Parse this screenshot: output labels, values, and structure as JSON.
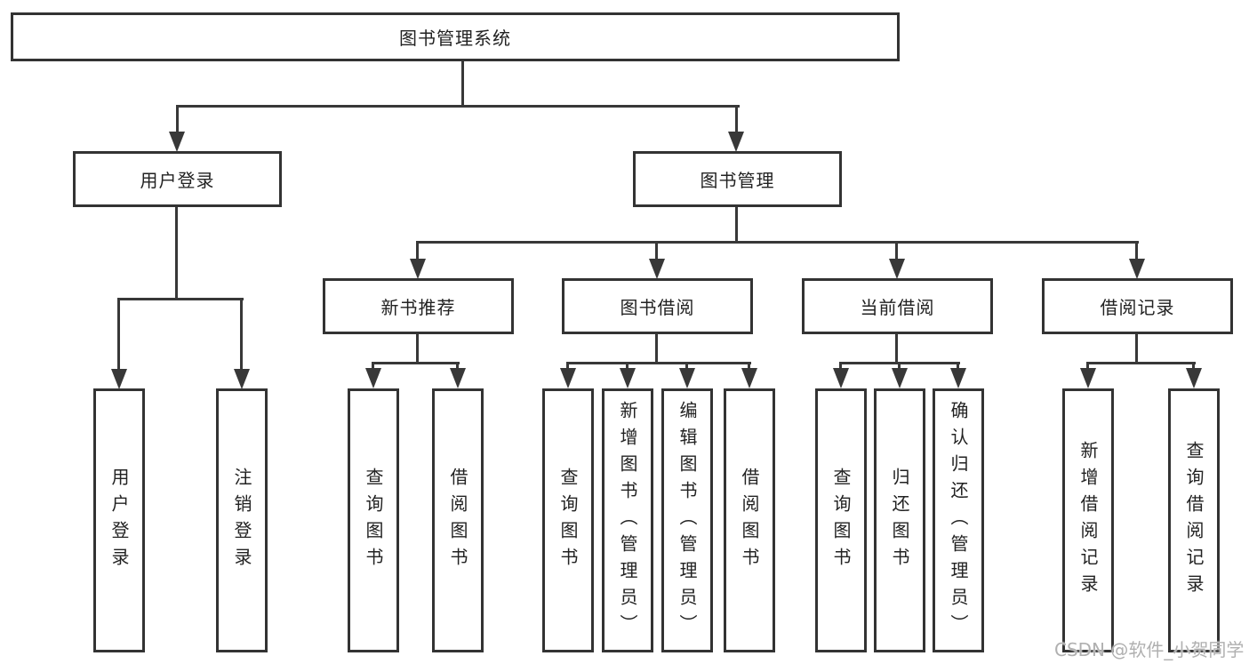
{
  "diagram": {
    "root": "图书管理系统",
    "branches": [
      {
        "label": "用户登录",
        "leaves": [
          "用户登录",
          "注销登录"
        ]
      },
      {
        "label": "图书管理",
        "groups": [
          {
            "label": "新书推荐",
            "leaves": [
              "查询图书",
              "借阅图书"
            ]
          },
          {
            "label": "图书借阅",
            "leaves": [
              "查询图书",
              "新增图书（管理员）",
              "编辑图书（管理员）",
              "借阅图书"
            ]
          },
          {
            "label": "当前借阅",
            "leaves": [
              "查询图书",
              "归还图书",
              "确认归还（管理员）"
            ]
          },
          {
            "label": "借阅记录",
            "leaves": [
              "新增借阅记录",
              "查询借阅记录"
            ]
          }
        ]
      }
    ]
  },
  "watermark": {
    "text": "CSDN @软件_小贺同学"
  },
  "colors": {
    "line": "#383838",
    "box_border": "#333333",
    "text": "#222222",
    "watermark": "#b0b0b0",
    "background": "#ffffff"
  }
}
